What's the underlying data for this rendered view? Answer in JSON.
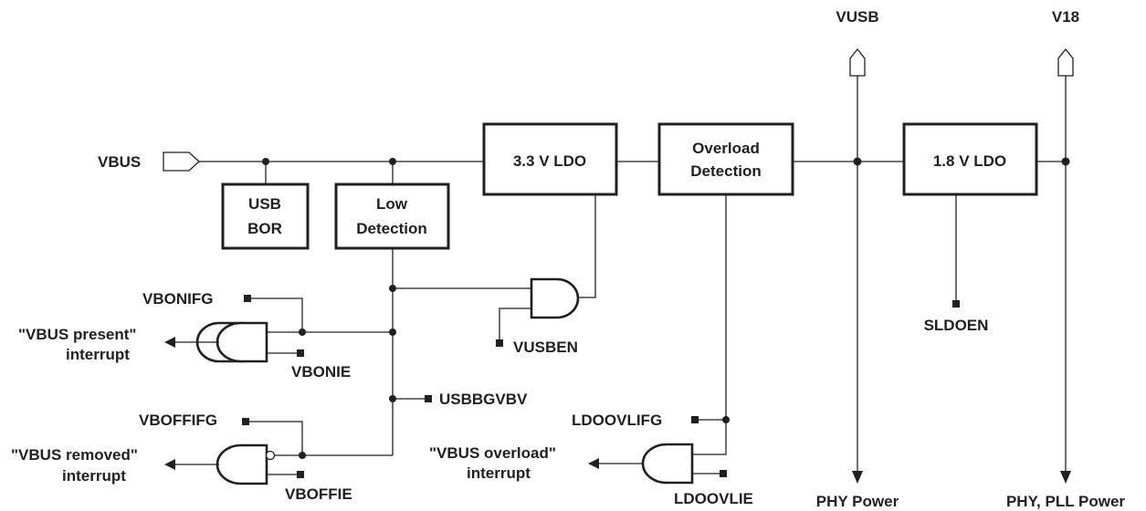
{
  "inputs": {
    "vbus": "VBUS"
  },
  "blocks": {
    "usb_bor": [
      "USB",
      "BOR"
    ],
    "low_detection": [
      "Low",
      "Detection"
    ],
    "ldo33": [
      "3.3 V LDO"
    ],
    "overload_detection": [
      "Overload",
      "Detection"
    ],
    "ldo18": [
      "1.8 V LDO"
    ]
  },
  "rails": {
    "vusb": "VUSB",
    "v18": "V18",
    "phy_power": "PHY Power",
    "phy_pll_power": "PHY, PLL Power"
  },
  "signals": {
    "vbonifg": "VBONIFG",
    "vbonie": "VBONIE",
    "usbbgvbv": "USBBGVBV",
    "vboffifg": "VBOFFIFG",
    "vboffie": "VBOFFIE",
    "vusben": "VUSBEN",
    "sldoen": "SLDOEN",
    "ldoovlifg": "LDOOVLIFG",
    "ldoovlie": "LDOOVLIE"
  },
  "interrupts": {
    "vbus_present": [
      "\"VBUS present\"",
      "interrupt"
    ],
    "vbus_removed": [
      "\"VBUS removed\"",
      "interrupt"
    ],
    "vbus_overload": [
      "\"VBUS overload\"",
      "interrupt"
    ]
  }
}
